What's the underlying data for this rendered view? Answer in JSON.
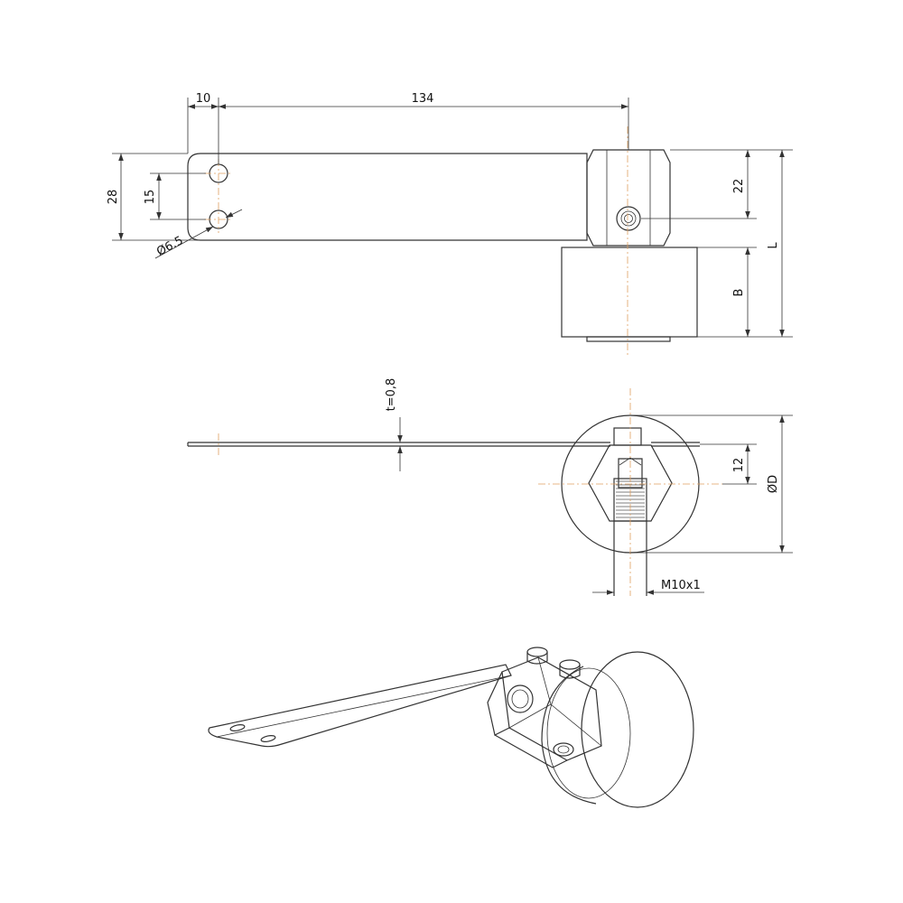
{
  "colors": {
    "line": "#333333",
    "centerline": "#e0a060",
    "shade_light": "#eeeeee",
    "shade_mid": "#d6d6d6",
    "shade_dark": "#bdbdbd"
  },
  "dimensions": {
    "top_view": {
      "hole_offset": "10",
      "arm_length": "134",
      "arm_width": "28",
      "hole_spacing": "15",
      "hole_diameter": "Ø6.5",
      "nut_center": "22",
      "roller_width": "B",
      "overall_length": "L"
    },
    "side_view": {
      "thickness": "t=0,8",
      "thread_offset": "12",
      "roller_diameter": "ØD",
      "thread": "M10x1"
    }
  }
}
